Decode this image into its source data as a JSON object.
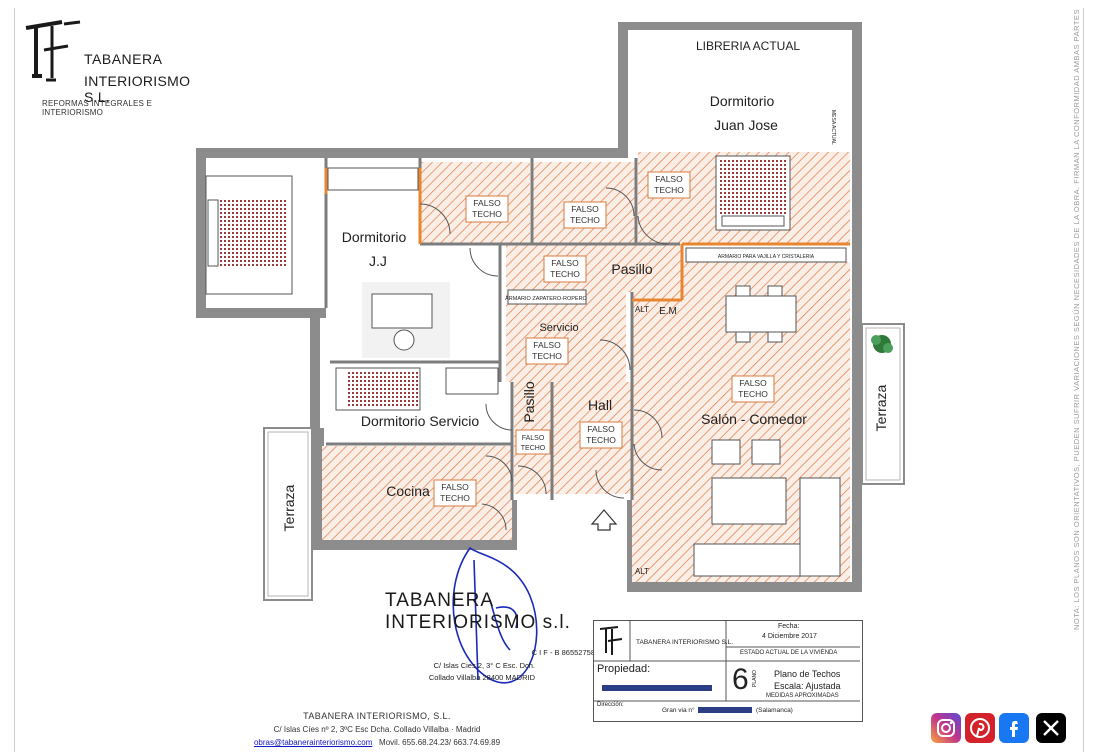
{
  "company": {
    "name_line1": "TABANERA",
    "name_line2": "INTERIORISMO S.L.",
    "tagline": "REFORMAS INTEGRALES E INTERIORISMO"
  },
  "rooms": {
    "libreria": "LIBRERIA ACTUAL",
    "dorm_juan_1": "Dormitorio",
    "dorm_juan_2": "Juan Jose",
    "dorm_jj_1": "Dormitorio",
    "dorm_jj_2": "J.J",
    "pasillo_top": "Pasillo",
    "pasillo_mid": "Pasillo",
    "servicio": "Servicio",
    "hall": "Hall",
    "salon": "Salón - Comedor",
    "dorm_servicio": "Dormitorio Servicio",
    "cocina": "Cocina",
    "terraza_left": "Terraza",
    "terraza_right": "Terraza",
    "armario_vajilla": "ARMARIO PARA VAJILLA Y CRISTALERIA",
    "armario_zapatero": "ARMARIO ZAPATERO-ROPERO",
    "alt": "ALT",
    "em": "E.M",
    "mesa": "MESA ACTUAL"
  },
  "falso_techo": [
    "FALSO",
    "TECHO"
  ],
  "stamp": {
    "name": "TABANERA INTERIORISMO s.l.",
    "cif": "C I F - B 86552758",
    "address": "C/ Islas Cies 2, 3° C Esc. Dch.",
    "city": "Collado Villalba 28400 MADRID"
  },
  "titleblock": {
    "company": "TABANERA INTERIORISMO S.L.",
    "fecha_label": "Fecha:",
    "fecha": "4 Diciembre 2017",
    "estado": "ESTADO ACTUAL DE LA VIVIENDA",
    "propiedad_label": "Propiedad:",
    "plano_num": "6",
    "plano_word": "PLANO",
    "plano_title": "Plano de Techos",
    "escala": "Escala: Ajustada",
    "medidas": "MEDIDAS APROXIMADAS",
    "direccion_label": "Dirección:",
    "direccion_value": "Gran via n°",
    "direccion_suffix": "(Salamanca)"
  },
  "footer": {
    "company": "TABANERA INTERIORISMO, S.L.",
    "address": "C/ Islas Cíes nº 2, 3ºC Esc Dcha. Collado Villalba · Madrid",
    "email": "obras@tabanerainteriorismo.com",
    "phone": "Movil. 655.68.24.23/ 663.74.69.89"
  },
  "vertical_note": "NOTA: LOS PLANOS SON ORIENTATIVOS, PUEDEN SUFRIR VARIACIONES SEGÚN NECESIDADES DE LA OBRA. FIRMAN LA CONFORMIDAD AMBAS PARTES",
  "social": [
    {
      "name": "instagram-icon",
      "color": "#c1358a"
    },
    {
      "name": "pinterest-icon",
      "color": "#d4222b"
    },
    {
      "name": "facebook-icon",
      "color": "#1877f2"
    },
    {
      "name": "x-icon",
      "color": "#000000"
    }
  ]
}
